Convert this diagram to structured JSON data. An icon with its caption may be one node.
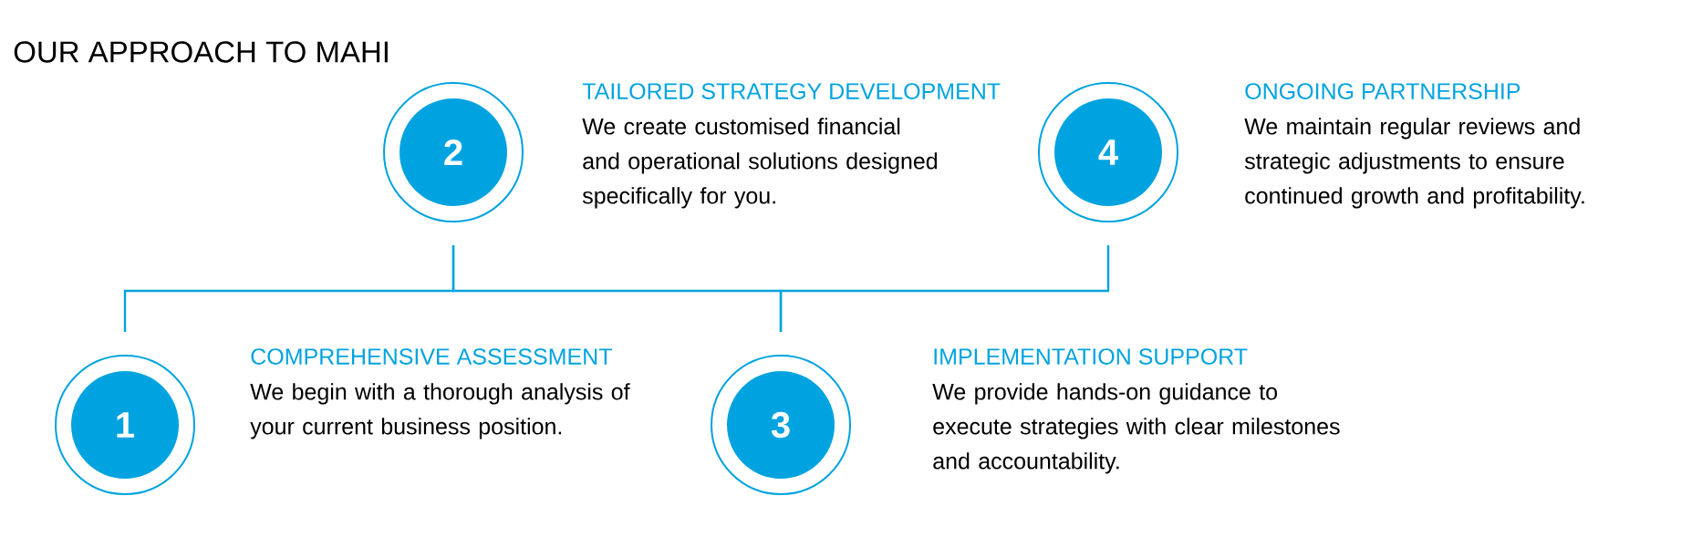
{
  "diagram": {
    "title": "OUR APPROACH TO MAHI",
    "nodes": [
      {
        "text": [
          "1"
        ],
        "beside": [
          "COMPREHENSIVE ASSESSMENT",
          "We begin with a thorough analysis of your current business position."
        ]
      },
      {
        "text": [
          "2"
        ],
        "beside": [
          "TAILORED STRATEGY DEVELOPMENT",
          "We create customised financial and operational solutions designed specifically for you."
        ]
      },
      {
        "text": [
          "3"
        ],
        "beside": [
          "IMPLEMENTATION SUPPORT",
          "We provide hands-on guidance to execute strategies with clear milestones and accountability."
        ]
      },
      {
        "text": [
          "4"
        ],
        "beside": [
          "ONGOING PARTNERSHIP",
          "We maintain regular reviews and strategic adjustments to ensure continued growth and profitability."
        ]
      }
    ],
    "edges": [
      {
        "from": 0,
        "to": 1,
        "arrow": "none"
      },
      {
        "from": 1,
        "to": 2,
        "arrow": "none"
      },
      {
        "from": 2,
        "to": 3,
        "arrow": "none"
      }
    ]
  }
}
